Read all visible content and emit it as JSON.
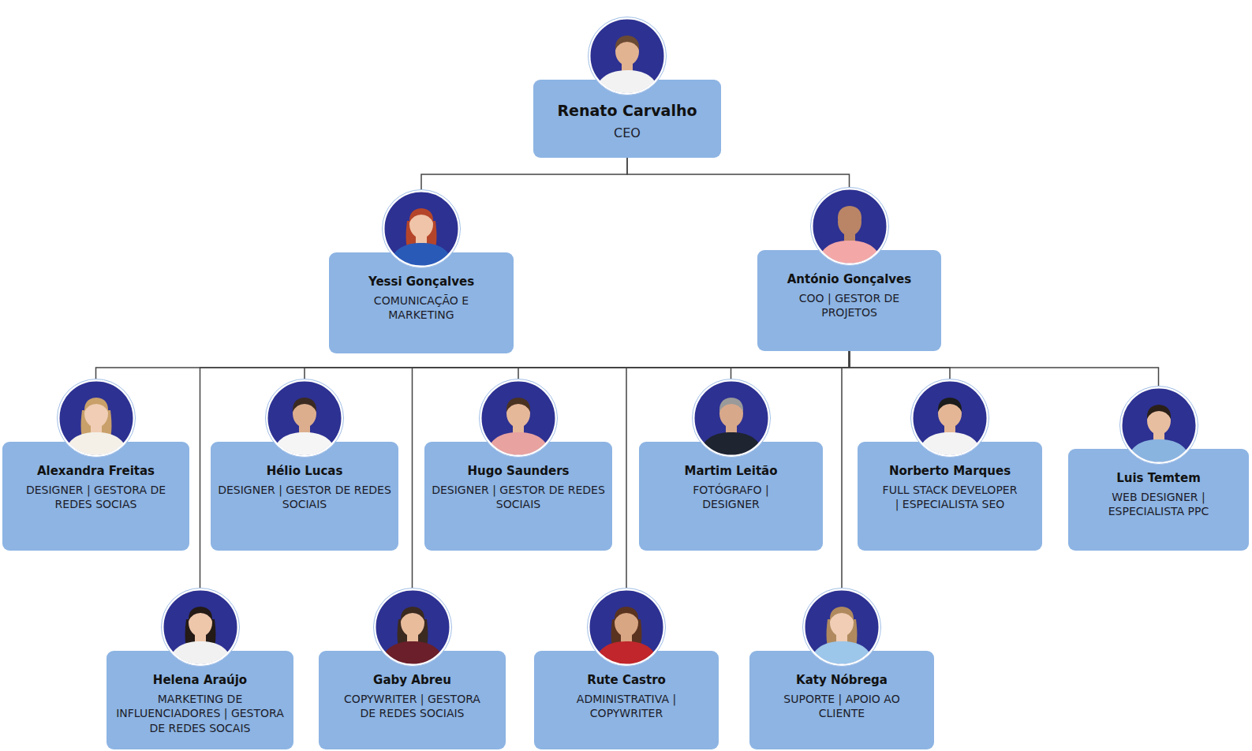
{
  "diagram": {
    "nodes": [
      {
        "text": [
          "Renato Carvalho",
          "CEO"
        ]
      },
      {
        "text": [
          "Yessi Gonçalves",
          "COMUNICAÇÃO E MARKETING"
        ]
      },
      {
        "text": [
          "António Gonçalves",
          "COO | GESTOR DE PROJETOS"
        ]
      },
      {
        "text": [
          "Alexandra Freitas",
          "DESIGNER | GESTORA DE REDES SOCIAS"
        ]
      },
      {
        "text": [
          "Hélio Lucas",
          "DESIGNER | GESTOR DE REDES SOCIAIS"
        ]
      },
      {
        "text": [
          "Hugo Saunders",
          "DESIGNER | GESTOR DE REDES SOCIAIS"
        ]
      },
      {
        "text": [
          "Martim Leitão",
          "FOTÓGRAFO | DESIGNER"
        ]
      },
      {
        "text": [
          "Norberto Marques",
          "FULL STACK DEVELOPER | ESPECIALISTA SEO"
        ]
      },
      {
        "text": [
          "Luis Temtem",
          "WEB DESIGNER | ESPECIALISTA PPC"
        ]
      },
      {
        "text": [
          "Helena Araújo",
          "MARKETING DE INFLUENCIADORES | GESTORA DE REDES SOCAIS"
        ]
      },
      {
        "text": [
          "Gaby Abreu",
          "COPYWRITER | GESTORA DE REDES SOCIAIS"
        ]
      },
      {
        "text": [
          "Rute Castro",
          "ADMINISTRATIVA | COPYWRITER"
        ]
      },
      {
        "text": [
          "Katy Nóbrega",
          "SUPORTE | APOIO AO CLIENTE"
        ]
      }
    ],
    "edges": [
      {
        "from": 0,
        "to": 1,
        "arrow": "none"
      },
      {
        "from": 0,
        "to": 2,
        "arrow": "none"
      },
      {
        "from": 2,
        "to": 3,
        "arrow": "none"
      },
      {
        "from": 2,
        "to": 4,
        "arrow": "none"
      },
      {
        "from": 2,
        "to": 5,
        "arrow": "none"
      },
      {
        "from": 2,
        "to": 6,
        "arrow": "none"
      },
      {
        "from": 2,
        "to": 7,
        "arrow": "none"
      },
      {
        "from": 2,
        "to": 8,
        "arrow": "none"
      },
      {
        "from": 2,
        "to": 9,
        "arrow": "none"
      },
      {
        "from": 2,
        "to": 10,
        "arrow": "none"
      },
      {
        "from": 2,
        "to": 11,
        "arrow": "none"
      },
      {
        "from": 2,
        "to": 12,
        "arrow": "none"
      }
    ]
  }
}
